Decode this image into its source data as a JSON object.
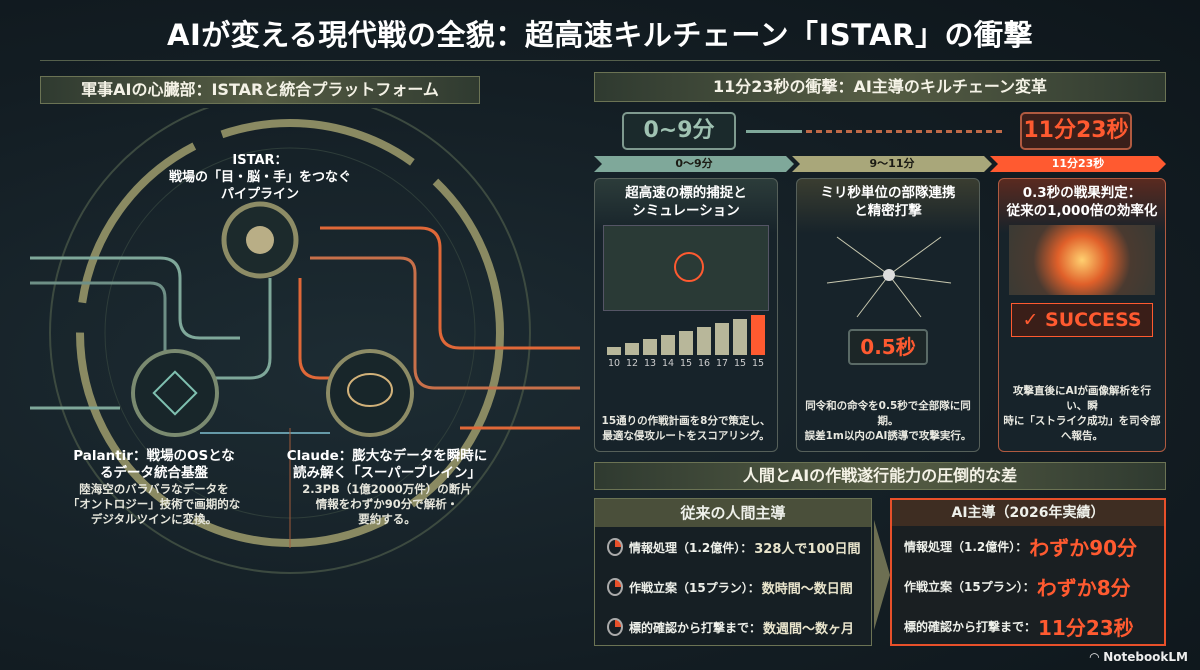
{
  "title": "AIが変える現代戦の全貌：超高速キルチェーン「ISTAR」の衝撃",
  "left": {
    "header": "軍事AIの心臓部：ISTARと統合プラットフォーム",
    "istar": {
      "label_1": "ISTAR：",
      "label_2": "戦場の「目・脳・手」をつなぐ",
      "label_3": "パイプライン"
    },
    "palantir": {
      "title_1": "Palantir：戦場のOSとな",
      "title_2": "るデータ統合基盤",
      "desc_1": "陸海空のバラバラなデータを",
      "desc_2": "「オントロジー」技術で画期的な",
      "desc_3": "デジタルツインに変換。"
    },
    "claude": {
      "title_1": "Claude：膨大なデータを瞬時に",
      "title_2": "読み解く「スーパーブレイン」",
      "desc_1": "2.3PB（1億2000万件）の断片",
      "desc_2": "情報をわずか90分で解析・",
      "desc_3": "要約する。"
    }
  },
  "right": {
    "header": "11分23秒の衝撃：AI主導のキルチェーン変革",
    "timeline": {
      "start": "0~9分",
      "end": "11分23秒"
    },
    "phases": [
      "0～9分",
      "9～11分",
      "11分23秒"
    ],
    "cards": [
      {
        "title_1": "超高速の標的捕捉と",
        "title_2": "シミュレーション",
        "bars": [
          10,
          12,
          13,
          14,
          15,
          16,
          17,
          15,
          15
        ],
        "footer_1": "15通りの作戦計画を8分で策定し、",
        "footer_2": "最適な侵攻ルートをスコアリング。"
      },
      {
        "title_1": "ミリ秒単位の部隊連携",
        "title_2": "と精密打撃",
        "readout": "0.5秒",
        "footer_1": "同令和の命令を0.5秒で全部隊に同期。",
        "footer_2": "誤差1m以内のAI誘導で攻撃実行。"
      },
      {
        "title_1": "0.3秒の戦果判定：",
        "title_2": "従来の1,000倍の効率化",
        "badge": "SUCCESS",
        "footer_1": "攻撃直後にAIが画像解析を行い、瞬",
        "footer_2": "時に「ストライク成功」を司令部へ報告。"
      }
    ],
    "compare_header": "人間とAIの作戦遂行能力の圧倒的な差",
    "human": {
      "title": "従来の人間主導",
      "rows": [
        {
          "label": "情報処理（1.2億件）：",
          "value": "328人で100日間"
        },
        {
          "label": "作戦立案（15プラン）：",
          "value": "数時間～数日間"
        },
        {
          "label": "標的確認から打撃まで：",
          "value": "数週間～数ヶ月"
        }
      ]
    },
    "ai": {
      "title": "AI主導（2026年実績）",
      "rows": [
        {
          "label": "情報処理（1.2億件）：",
          "value": "わずか90分"
        },
        {
          "label": "作戦立案（15プラン）：",
          "value": "わずか8分"
        },
        {
          "label": "標的確認から打撃まで：",
          "value": "11分23秒"
        }
      ]
    }
  },
  "brand": "NotebookLM",
  "colors": {
    "accent": "#ff5a30",
    "teal": "#7fa89a",
    "olive": "#a9a77a"
  }
}
